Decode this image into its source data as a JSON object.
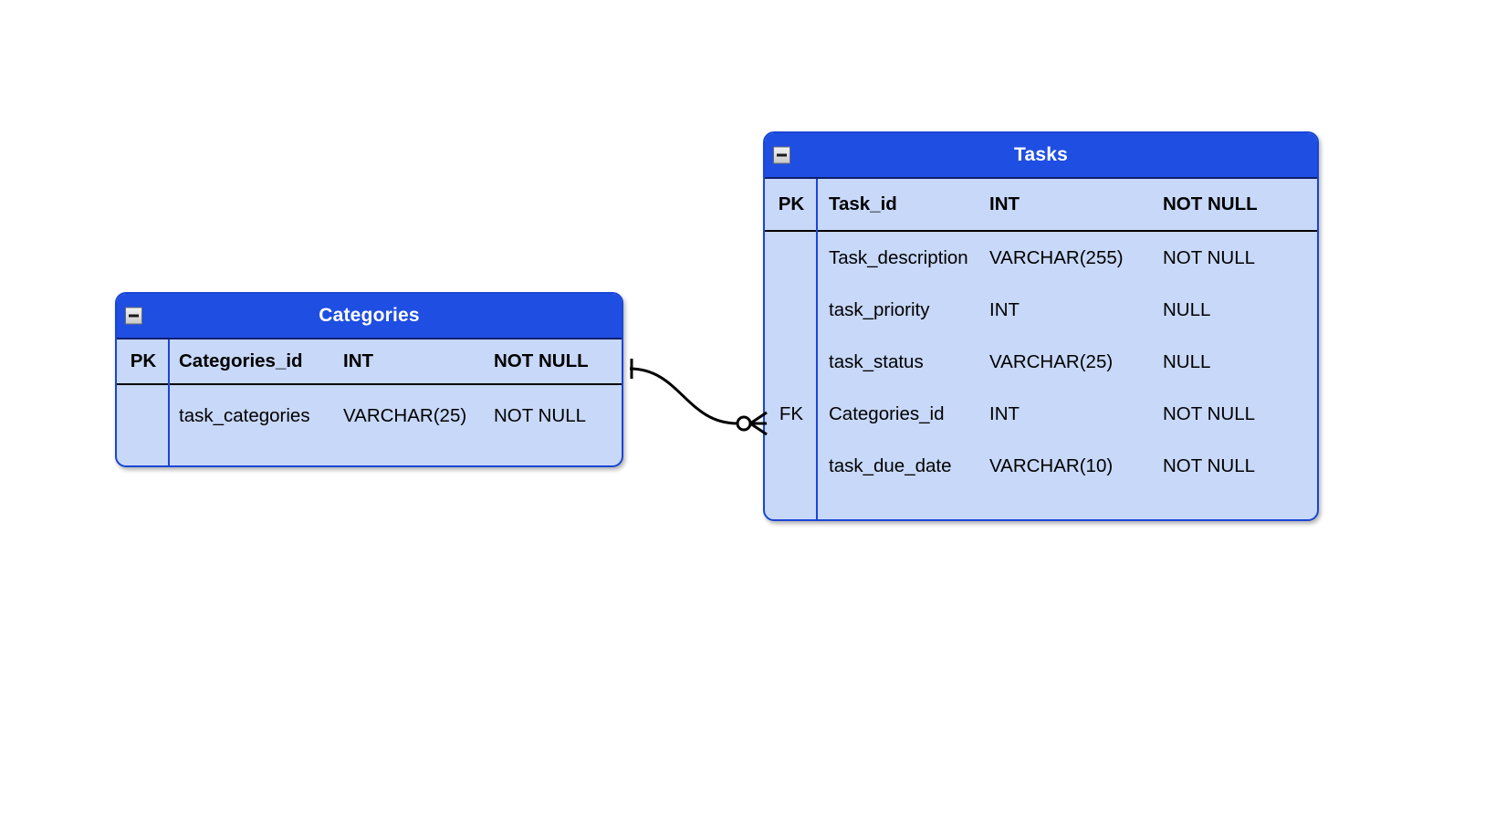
{
  "diagram": {
    "type": "entity-relationship-diagram",
    "background": "#FFFFFF",
    "colors": {
      "header_fill": "#1F4EE2",
      "body_fill": "#C8D8F8",
      "border": "#1A46D6",
      "title_text": "#FFFFFF",
      "field_text": "#000000",
      "connector": "#000000"
    }
  },
  "entities": [
    {
      "name": "Categories",
      "collapse_icon": "minus-box-icon",
      "columns": [
        "key",
        "name",
        "type",
        "nullability"
      ],
      "fields": [
        {
          "key": "PK",
          "name": "Categories_id",
          "type": "INT",
          "nullability": "NOT NULL",
          "is_key": true
        },
        {
          "key": "",
          "name": "task_categories",
          "type": "VARCHAR(25)",
          "nullability": "NOT NULL",
          "is_key": false
        }
      ]
    },
    {
      "name": "Tasks",
      "collapse_icon": "minus-box-icon",
      "columns": [
        "key",
        "name",
        "type",
        "nullability"
      ],
      "fields": [
        {
          "key": "PK",
          "name": "Task_id",
          "type": "INT",
          "nullability": "NOT NULL",
          "is_key": true
        },
        {
          "key": "",
          "name": "Task_description",
          "type": "VARCHAR(255)",
          "nullability": "NOT NULL",
          "is_key": false
        },
        {
          "key": "",
          "name": "task_priority",
          "type": "INT",
          "nullability": "NULL",
          "is_key": false
        },
        {
          "key": "",
          "name": "task_status",
          "type": "VARCHAR(25)",
          "nullability": "NULL",
          "is_key": false
        },
        {
          "key": "FK",
          "name": "Categories_id",
          "type": "INT",
          "nullability": "NOT NULL",
          "is_key": false
        },
        {
          "key": "",
          "name": "task_due_date",
          "type": "VARCHAR(10)",
          "nullability": "NOT NULL",
          "is_key": false
        }
      ]
    }
  ],
  "relationships": [
    {
      "from_entity": "Categories",
      "from_field": "Categories_id",
      "to_entity": "Tasks",
      "to_field": "Categories_id",
      "from_cardinality": "one",
      "to_cardinality": "zero-or-many",
      "from_notation": "one-tick",
      "to_notation": "circle-crowsfoot"
    }
  ]
}
